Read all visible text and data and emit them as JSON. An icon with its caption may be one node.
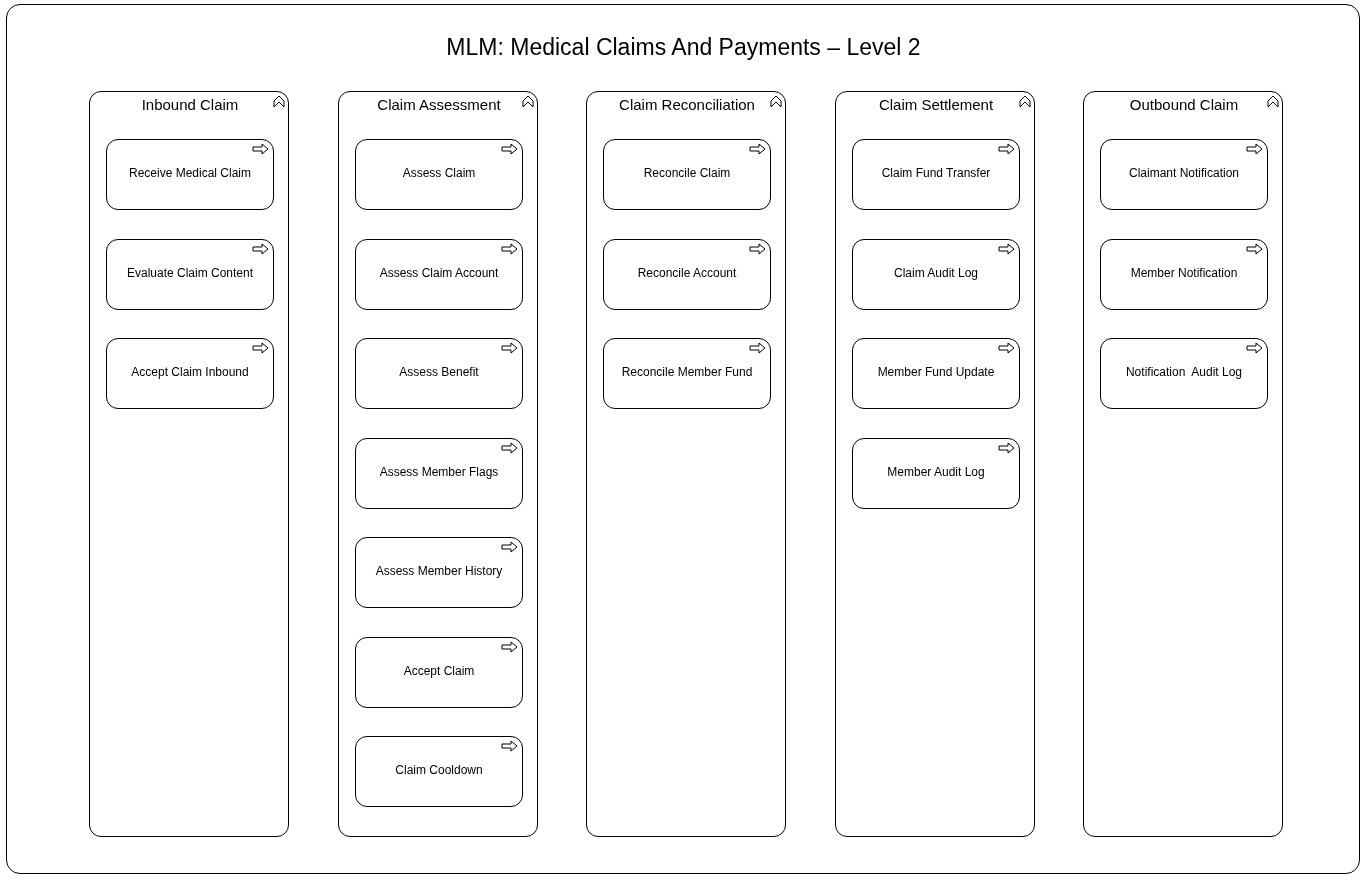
{
  "diagram": {
    "title": "MLM: Medical Claims And Payments – Level 2",
    "nodes": [
      {
        "text": [
          "Inbound Claim"
        ]
      },
      {
        "text": [
          "Receive Medical Claim"
        ],
        "in": 0
      },
      {
        "text": [
          "Evaluate Claim Content"
        ],
        "in": 0
      },
      {
        "text": [
          "Accept Claim Inbound"
        ],
        "in": 0
      },
      {
        "text": [
          "Claim Assessment"
        ]
      },
      {
        "text": [
          "Assess Claim"
        ],
        "in": 4
      },
      {
        "text": [
          "Assess Claim Account"
        ],
        "in": 4
      },
      {
        "text": [
          "Assess Benefit"
        ],
        "in": 4
      },
      {
        "text": [
          "Assess Member Flags"
        ],
        "in": 4
      },
      {
        "text": [
          "Assess Member History"
        ],
        "in": 4
      },
      {
        "text": [
          "Accept Claim"
        ],
        "in": 4
      },
      {
        "text": [
          "Claim Cooldown"
        ],
        "in": 4
      },
      {
        "text": [
          "Claim Reconciliation"
        ]
      },
      {
        "text": [
          "Reconcile Claim"
        ],
        "in": 12
      },
      {
        "text": [
          "Reconcile Account"
        ],
        "in": 12
      },
      {
        "text": [
          "Reconcile Member Fund"
        ],
        "in": 12
      },
      {
        "text": [
          "Claim Settlement"
        ]
      },
      {
        "text": [
          "Claim Fund Transfer"
        ],
        "in": 16
      },
      {
        "text": [
          "Claim Audit Log"
        ],
        "in": 16
      },
      {
        "text": [
          "Member Fund Update"
        ],
        "in": 16
      },
      {
        "text": [
          "Member Audit Log"
        ],
        "in": 16
      },
      {
        "text": [
          "Outbound Claim"
        ]
      },
      {
        "text": [
          "Claimant Notification"
        ],
        "in": 21
      },
      {
        "text": [
          "Member Notification"
        ],
        "in": 21
      },
      {
        "text": [
          "Notification  Audit Log"
        ],
        "in": 21
      }
    ]
  }
}
